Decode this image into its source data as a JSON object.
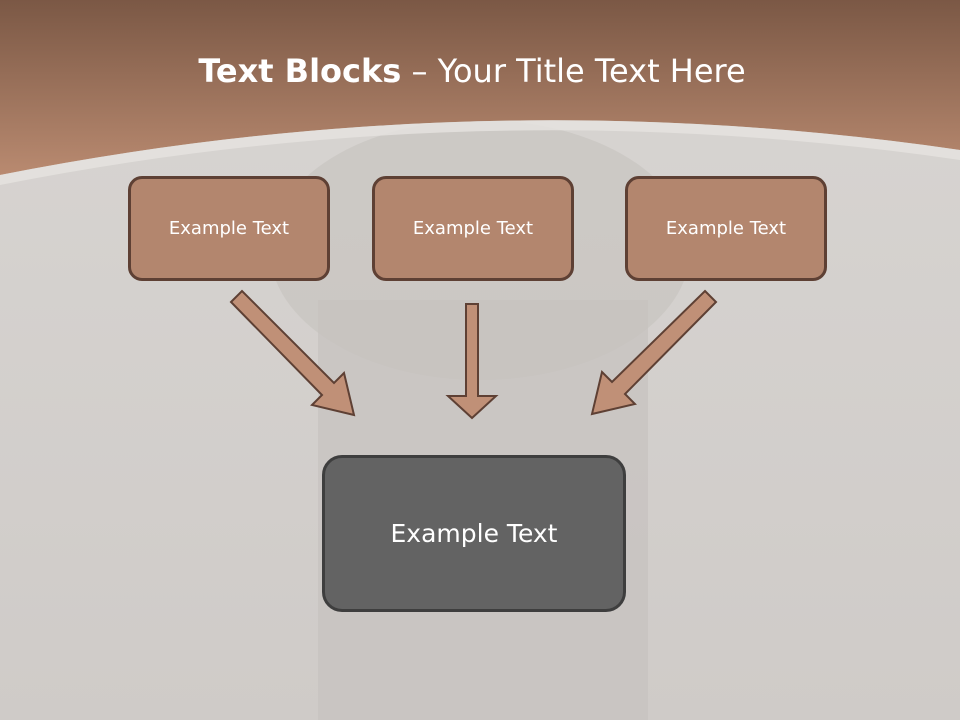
{
  "title": {
    "bold": "Text Blocks",
    "dash": " – ",
    "rest": "Your Title Text Here"
  },
  "top_blocks": [
    {
      "label": "Example Text"
    },
    {
      "label": "Example Text"
    },
    {
      "label": "Example Text"
    }
  ],
  "bottom_block": {
    "label": "Example Text"
  },
  "colors": {
    "header": "#9e7460",
    "block_fill": "#b3866e",
    "block_border": "#5e4034",
    "bottom_fill": "#636363",
    "arrow_fill": "#c09077",
    "background": "#d3d0cd"
  }
}
